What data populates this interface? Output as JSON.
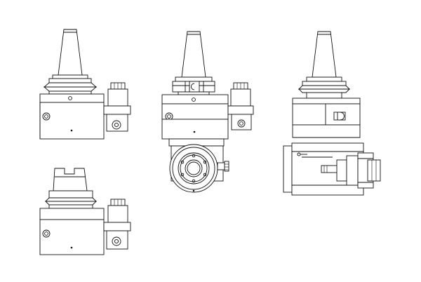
{
  "drawing": {
    "ink_color": "#111111",
    "paper_color": "#ffffff",
    "views": [
      {
        "id": "front",
        "contains": [
          "taper-shank",
          "flange",
          "body",
          "coolant-block"
        ]
      },
      {
        "id": "side",
        "contains": [
          "taper-shank",
          "flange",
          "body",
          "angle-head",
          "spindle-face"
        ]
      },
      {
        "id": "end",
        "contains": [
          "taper-shank",
          "flange",
          "body",
          "horizontal-spindle",
          "tool-collet"
        ]
      },
      {
        "id": "front-lower",
        "contains": [
          "capto-shank",
          "flange",
          "body",
          "coolant-block"
        ]
      }
    ]
  }
}
